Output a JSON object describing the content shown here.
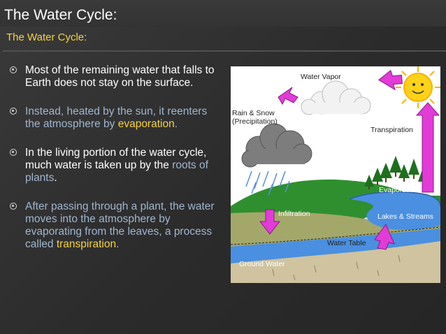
{
  "title": "The Water Cycle:",
  "subtitle": "The Water Cycle:",
  "bullets": [
    {
      "parts": [
        {
          "text": "Most of the remaining water that falls to Earth does not stay on the surface.",
          "style": "white"
        }
      ]
    },
    {
      "parts": [
        {
          "text": "Instead, heated by the sun, it reenters the atmosphere by ",
          "style": "blue"
        },
        {
          "text": "evaporation",
          "style": "gold"
        },
        {
          "text": ".",
          "style": "blue"
        }
      ]
    },
    {
      "parts": [
        {
          "text": "In the living portion of the water cycle, much water is taken up by the ",
          "style": "white"
        },
        {
          "text": "roots of plants",
          "style": "blue"
        },
        {
          "text": ".",
          "style": "white"
        }
      ]
    },
    {
      "parts": [
        {
          "text": "After passing through a plant, the water moves into the atmosphere by evaporating from the leaves, a process called ",
          "style": "blue"
        },
        {
          "text": "transpiration",
          "style": "gold"
        },
        {
          "text": ".",
          "style": "blue"
        }
      ]
    }
  ],
  "diagram": {
    "labels": {
      "water_vapor": "Water Vapor",
      "rain_snow": "Rain & Snow",
      "precipitation": "(Precipitation)",
      "transpiration": "Transpiration",
      "evaporation": "Evaporation",
      "infiltration": "Infiltration",
      "lakes_streams": "Lakes & Streams",
      "water_table": "Water Table",
      "ground_water": "Ground Water"
    },
    "icons": [
      "sun-icon",
      "cloud-icon",
      "storm-cloud-icon",
      "tree-icon",
      "arrow-icon"
    ],
    "colors": {
      "arrow": "#e23bd8",
      "water": "#4a8fe0",
      "grass": "#2f8f2f",
      "sun": "#ffd21a"
    }
  }
}
